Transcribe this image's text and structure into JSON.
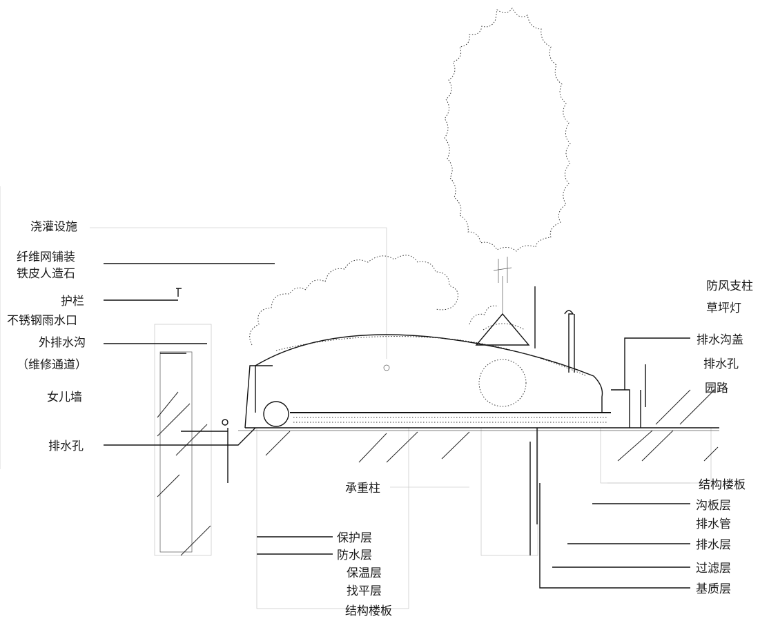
{
  "labels_left": {
    "irrigation": "浇灌设施",
    "fiber_mesh": "纤维网铺装",
    "artificial_stone": "铁皮人造石",
    "railing": "护栏",
    "rain_outlet": "不锈钢雨水口",
    "outer_ditch": "外排水沟",
    "maintenance_path": "（维修通道）",
    "parapet": "女儿墙",
    "drain_hole": "排水孔"
  },
  "labels_right_top": {
    "wind_brace": "防风支柱",
    "lawn_lamp": "草坪灯",
    "drain_ditch_cover": "排水沟盖",
    "drain_hole": "排水孔",
    "garden_path": "园路"
  },
  "labels_right_bottom": {
    "structural_slab": "结构楼板",
    "drain_board": "沟板层",
    "drain_pipe": "排水管",
    "drainage_layer": "排水层",
    "filter_layer": "过滤层",
    "substrate_layer": "基质层"
  },
  "labels_bottom": {
    "bearing_column": "承重柱",
    "protective_layer": "保护层",
    "waterproof_layer": "防水层",
    "insulation_layer": "保温层",
    "leveling_layer": "找平层",
    "structural_floor_slab": "结构楼板"
  }
}
